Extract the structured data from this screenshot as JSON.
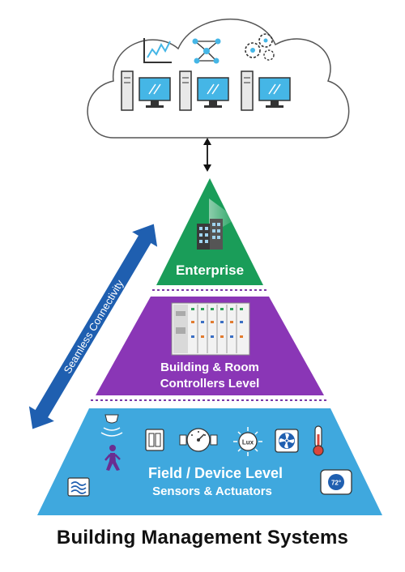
{
  "diagram": {
    "title": "Building Management Systems",
    "connectivity_label": "Seamless Connectivity",
    "levels": [
      {
        "id": "enterprise",
        "label": "Enterprise",
        "color": "#1a9d59"
      },
      {
        "id": "controllers",
        "line1": "Building & Room",
        "line2": "Controllers  Level",
        "color": "#8a36b6"
      },
      {
        "id": "field",
        "line1": "Field / Device Level",
        "line2": "Sensors & Actuators",
        "color": "#3fa8de"
      }
    ],
    "field_devices": {
      "lux_label": "Lux",
      "thermostat_label": "72°"
    },
    "colors": {
      "arrow": "#1f5fb0",
      "cloud_stroke": "#555555",
      "monitor": "#45b6e6"
    }
  }
}
